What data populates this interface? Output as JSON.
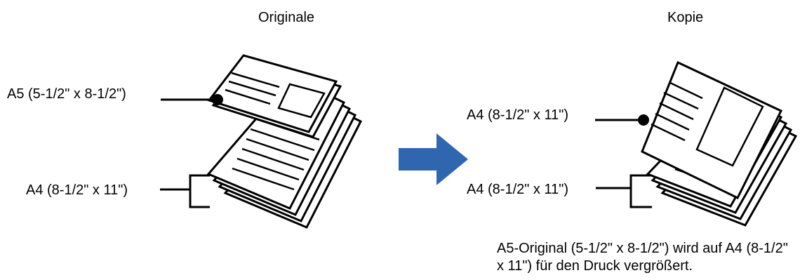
{
  "original": {
    "title": "Originale",
    "a5_label": "A5 (5-1/2\" x 8-1/2\")",
    "a4_label": "A4 (8-1/2\" x 11\")"
  },
  "copy": {
    "title": "Kopie",
    "a4_top_label": "A4 (8-1/2\" x 11\")",
    "a4_bottom_label": "A4 (8-1/2\" x 11\")",
    "caption": "A5-Original (5-1/2\" x 8-1/2\") wird auf A4 (8-1/2\" x 11\") für den Druck vergrößert."
  },
  "colors": {
    "arrow": "#2f66b0",
    "ink": "#000000",
    "paper": "#ffffff"
  }
}
